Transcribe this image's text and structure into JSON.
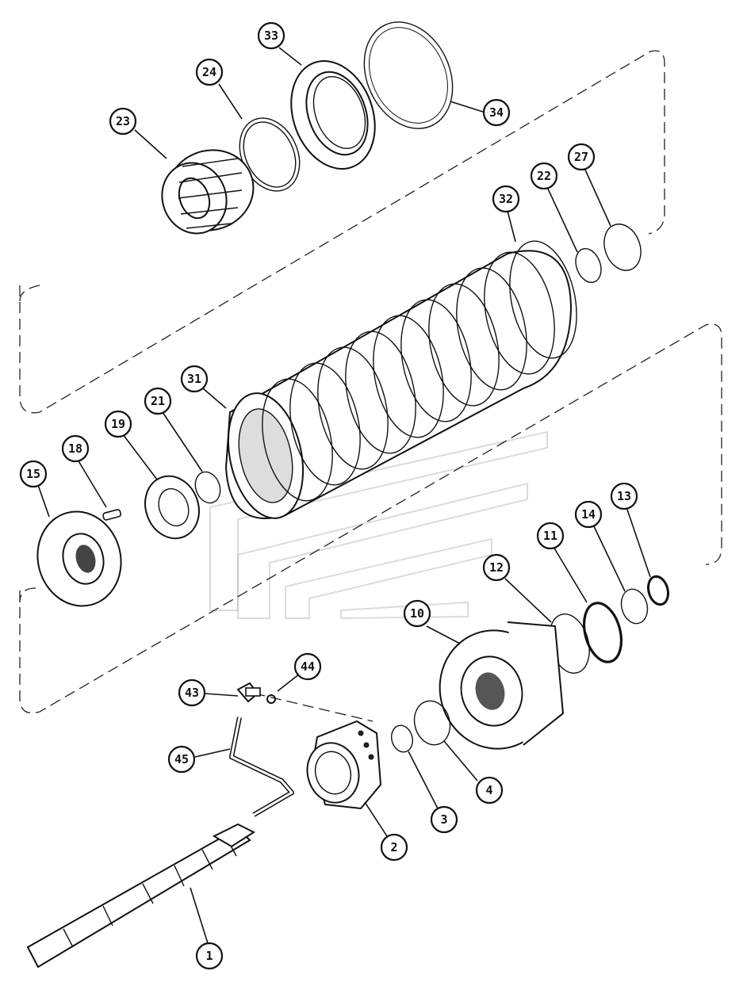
{
  "diagram": {
    "callouts": [
      {
        "id": "33",
        "label": "33"
      },
      {
        "id": "34",
        "label": "34"
      },
      {
        "id": "24",
        "label": "24"
      },
      {
        "id": "23",
        "label": "23"
      },
      {
        "id": "32",
        "label": "32"
      },
      {
        "id": "22",
        "label": "22"
      },
      {
        "id": "27",
        "label": "27"
      },
      {
        "id": "31",
        "label": "31"
      },
      {
        "id": "21",
        "label": "21"
      },
      {
        "id": "19",
        "label": "19"
      },
      {
        "id": "18",
        "label": "18"
      },
      {
        "id": "15",
        "label": "15"
      },
      {
        "id": "11",
        "label": "11"
      },
      {
        "id": "14",
        "label": "14"
      },
      {
        "id": "13",
        "label": "13"
      },
      {
        "id": "12",
        "label": "12"
      },
      {
        "id": "10",
        "label": "10"
      },
      {
        "id": "44",
        "label": "44"
      },
      {
        "id": "43",
        "label": "43"
      },
      {
        "id": "45",
        "label": "45"
      },
      {
        "id": "4",
        "label": "4"
      },
      {
        "id": "3",
        "label": "3"
      },
      {
        "id": "2",
        "label": "2"
      },
      {
        "id": "1",
        "label": "1"
      }
    ],
    "colors": {
      "ink": "#111111",
      "paper": "#ffffff",
      "watermark": "#bdbdbd"
    }
  }
}
